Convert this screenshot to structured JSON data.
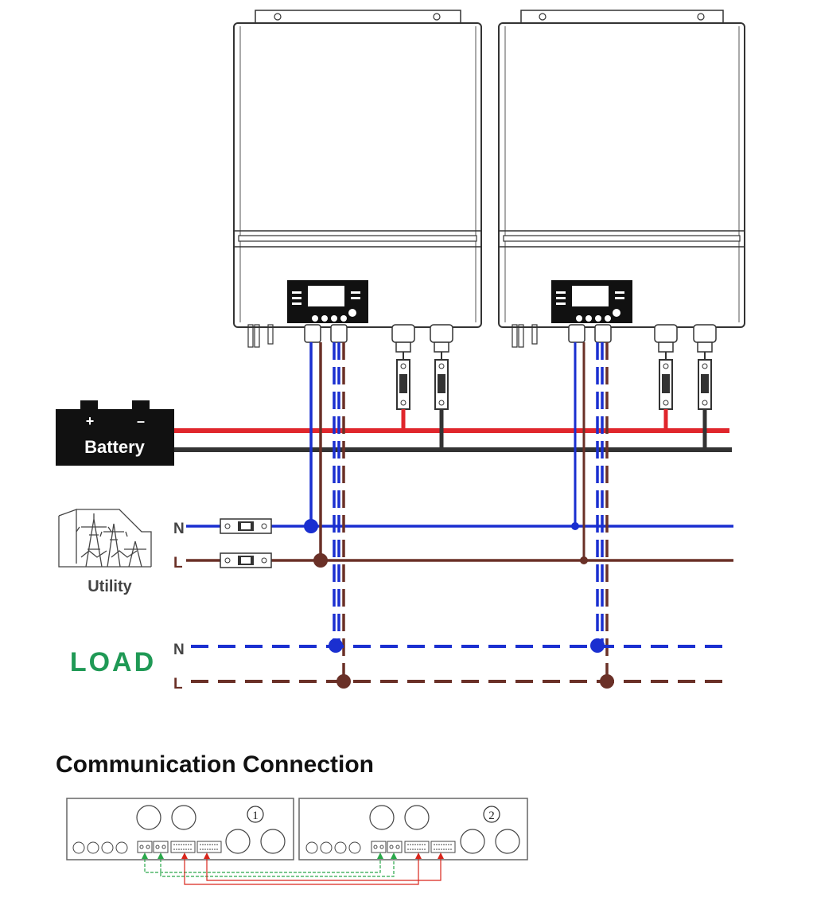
{
  "battery": {
    "label": "Battery",
    "plus": "+",
    "minus": "–"
  },
  "utility": {
    "label": "Utility",
    "n": "N",
    "l": "L"
  },
  "load": {
    "label": "LOAD",
    "n": "N",
    "l": "L"
  },
  "communication": {
    "title": "Communication Connection",
    "unit1": "1",
    "unit2": "2"
  },
  "colors": {
    "battery_positive": "#e0262c",
    "battery_negative": "#333333",
    "neutral": "#1a2fd0",
    "line": "#6a3027",
    "load_label": "#1f9955",
    "comm_green": "#2aa84a",
    "comm_red": "#d9261c"
  },
  "icons": [
    "power-pylon-icon",
    "inverter-unit",
    "breaker-icon",
    "fuse-icon",
    "lcd-panel"
  ]
}
